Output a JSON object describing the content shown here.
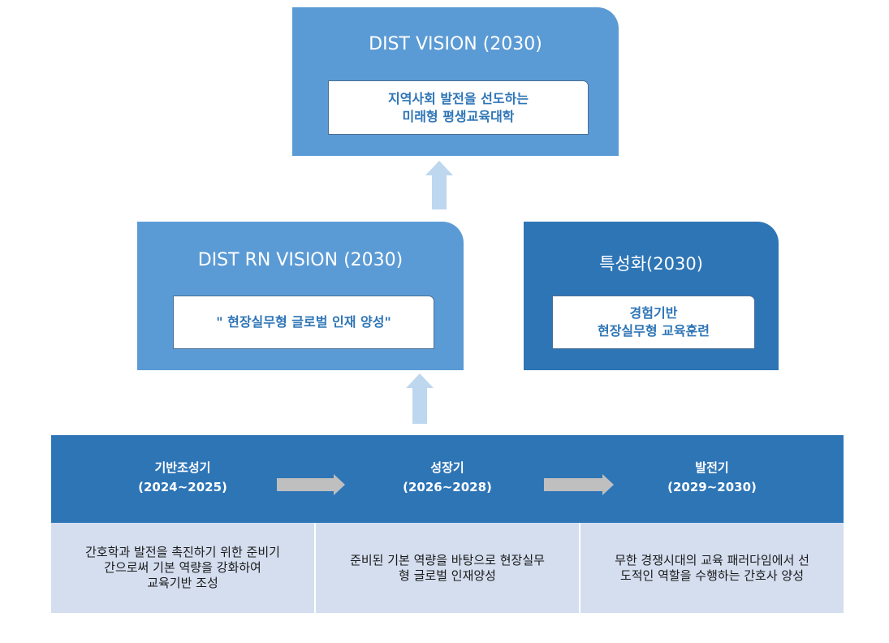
{
  "top_box": {
    "title": "DIST VISION (2030)",
    "line1": "지역사회 발전을 선도하는",
    "line2": "미래형 평생교육대학"
  },
  "rn_box": {
    "title": "DIST RN VISION (2030)",
    "text": "\" 현장실무형 글로벌 인재 양성\""
  },
  "special_box": {
    "title": "특성화(2030)",
    "line1": "경험기반",
    "line2": "현장실무형 교육훈련"
  },
  "phases": [
    {
      "name": "기반조성기",
      "period": "(2024~2025)",
      "description": [
        "간호학과 발전을 촉진하기 위한 준비기",
        "간으로써 기본 역량을 강화하여",
        "교육기반 조성"
      ]
    },
    {
      "name": "성장기",
      "period": "(2026~2028)",
      "description": [
        "준비된 기본 역량을 바탕으로 현장실무",
        "형 글로벌 인재양성"
      ]
    },
    {
      "name": "발전기",
      "period": "(2029~2030)",
      "description": [
        "무한 경쟁시대의 교육 패러다임에서 선",
        "도적인 역할을 수행하는 간호사 양성"
      ]
    }
  ],
  "colors": {
    "light_blue": "#5b9bd5",
    "dark_blue": "#2e75b6",
    "pale_blue": "#d4deef",
    "arrow_up": "#bdd7ee",
    "arrow_right": "#bfbfbf"
  }
}
